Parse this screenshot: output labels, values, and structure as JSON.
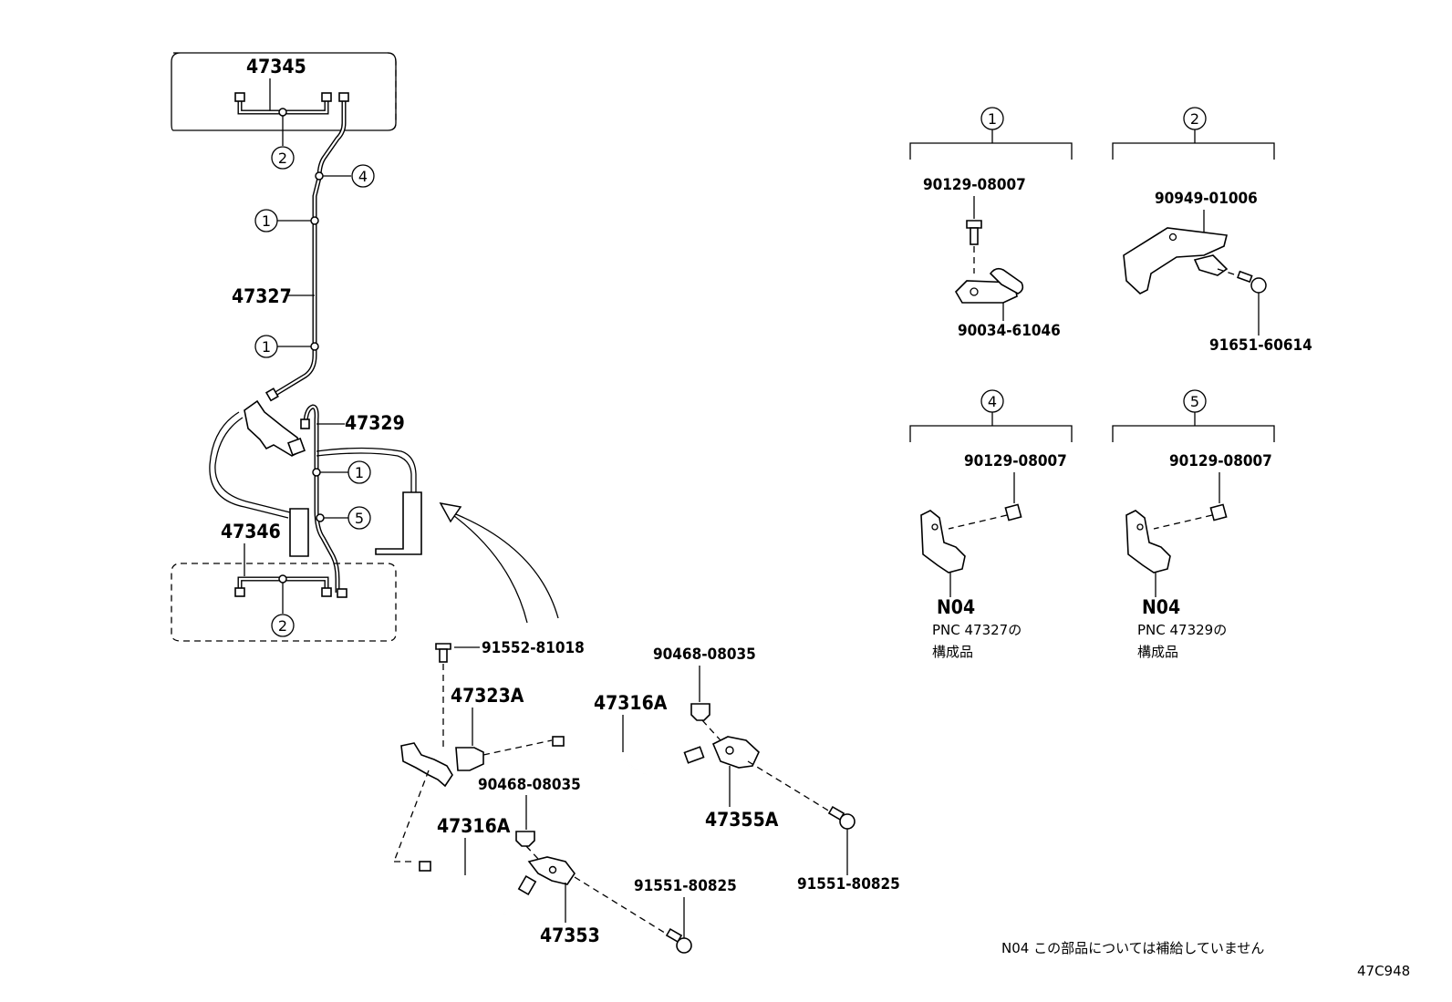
{
  "parts": {
    "p47345": "47345",
    "p47327": "47327",
    "p47329": "47329",
    "p47346": "47346",
    "p91552": "91552-81018",
    "p47323A": "47323A",
    "p47316A_top": "47316A",
    "p47316A_bottom": "47316A",
    "p90468_top": "90468-08035",
    "p90468_mid": "90468-08035",
    "p47355A": "47355A",
    "p47353": "47353",
    "p91551_left": "91551-80825",
    "p91551_right": "91551-80825"
  },
  "callouts": {
    "c2_top": "2",
    "c4": "4",
    "c1_a": "1",
    "c1_b": "1",
    "c1_c": "1",
    "c5": "5",
    "c2_bottom": "2"
  },
  "details": {
    "d1": {
      "num": "1",
      "bolt": "90129-08007",
      "clamp": "90034-61046"
    },
    "d2": {
      "num": "2",
      "bracket": "90949-01006",
      "bolt": "91651-60614"
    },
    "d4": {
      "num": "4",
      "bolt": "90129-08007",
      "code": "N04",
      "pnc": "PNC 47327の",
      "pnc2": "構成品"
    },
    "d5": {
      "num": "5",
      "bolt": "90129-08007",
      "code": "N04",
      "pnc": "PNC 47329の",
      "pnc2": "構成品"
    }
  },
  "footnote": "N04  この部品については補給していません",
  "diagram_code": "47C948"
}
